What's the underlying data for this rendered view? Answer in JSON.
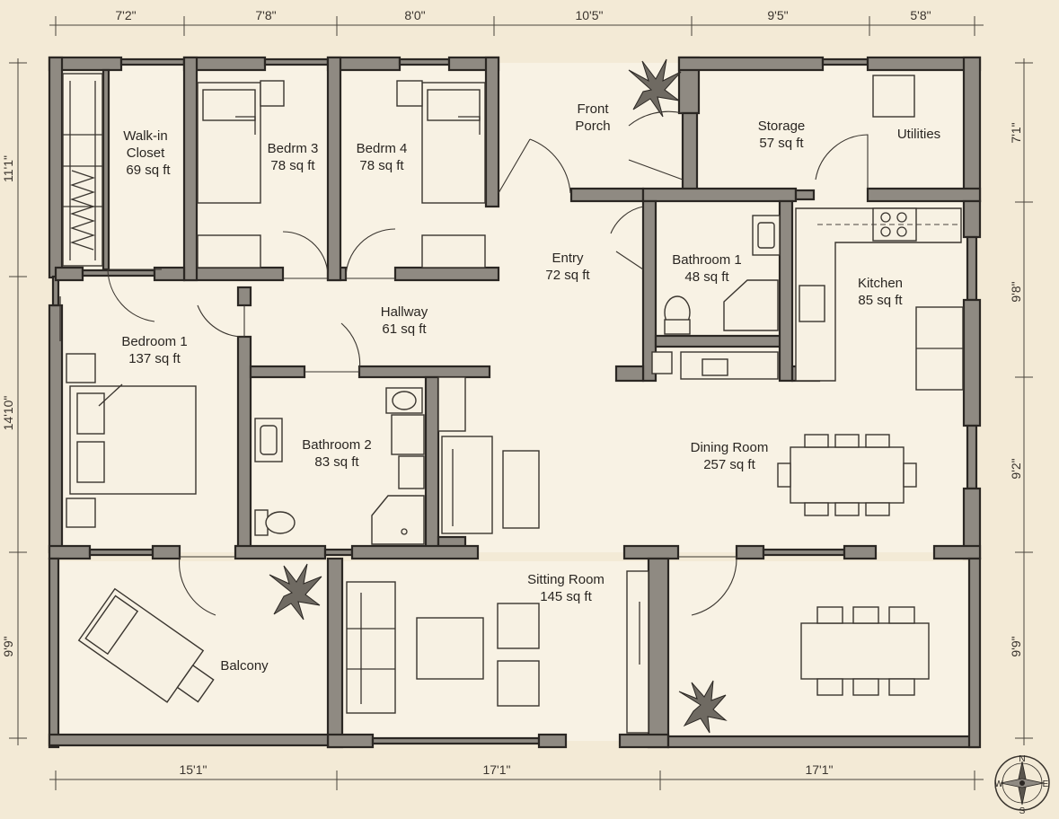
{
  "rooms": {
    "walkin": [
      "Walk-in",
      "Closet",
      "69 sq ft"
    ],
    "bedrm3": [
      "Bedrm 3",
      "78 sq ft"
    ],
    "bedrm4": [
      "Bedrm 4",
      "78 sq ft"
    ],
    "porch": [
      "Front",
      "Porch"
    ],
    "storage": [
      "Storage",
      "57 sq ft"
    ],
    "utilities": [
      "Utilities"
    ],
    "entry": [
      "Entry",
      "72 sq ft"
    ],
    "bath1": [
      "Bathroom 1",
      "48 sq ft"
    ],
    "kitchen": [
      "Kitchen",
      "85 sq ft"
    ],
    "hallway": [
      "Hallway",
      "61 sq ft"
    ],
    "bedroom1": [
      "Bedroom 1",
      "137 sq ft"
    ],
    "bath2": [
      "Bathroom 2",
      "83 sq ft"
    ],
    "dining": [
      "Dining Room",
      "257 sq ft"
    ],
    "sitting": [
      "Sitting Room",
      "145 sq ft"
    ],
    "balcony": [
      "Balcony"
    ]
  },
  "dimensions": {
    "top": [
      "7'2\"",
      "7'8\"",
      "8'0\"",
      "10'5\"",
      "9'5\"",
      "5'8\""
    ],
    "bottom": [
      "15'1\"",
      "17'1\"",
      "17'1\""
    ],
    "left": [
      "11'1\"",
      "14'10\"",
      "9'9\""
    ],
    "right": [
      "7'1\"",
      "9'8\"",
      "9'2\"",
      "9'9\""
    ]
  },
  "compass": [
    "N",
    "E",
    "S",
    "W"
  ]
}
